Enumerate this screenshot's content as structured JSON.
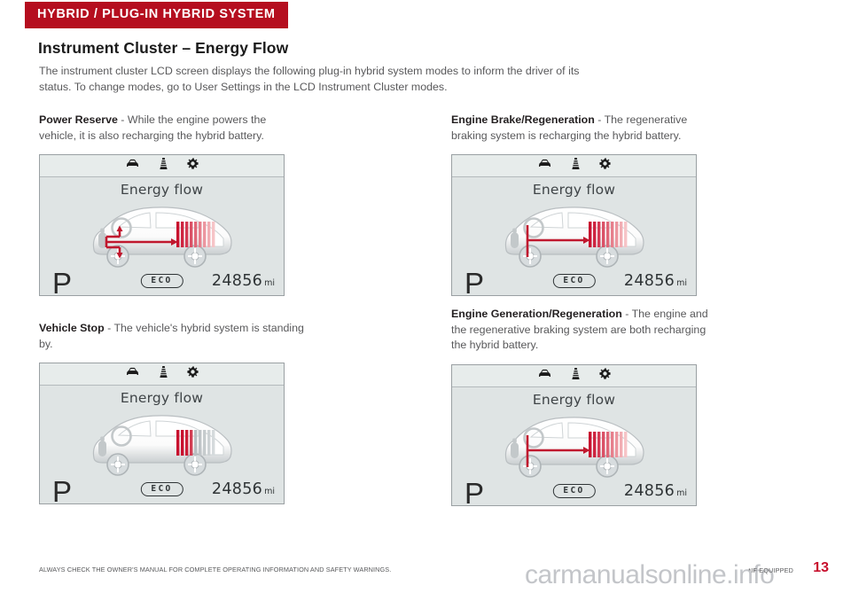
{
  "header": {
    "eyebrow": "HYBRID / PLUG-IN HYBRID SYSTEM",
    "eyebrow_bg": "#b50e1f",
    "title": "Instrument Cluster – Energy Flow",
    "intro": "The instrument cluster LCD screen displays the following plug-in hybrid system modes to inform the driver of its status. To change modes, go to User Settings in the LCD Instrument Cluster modes."
  },
  "accent_color": "#c8102e",
  "panels": [
    {
      "id": "power-reserve",
      "caption_bold": "Power Reserve",
      "caption_rest": " - While the engine powers the vehicle, it is also recharging the hybrid battery.",
      "cluster": {
        "icons": [
          "car-icon",
          "road-icon",
          "gear-icon"
        ],
        "screen_title": "Energy flow",
        "gear_position": "P",
        "eco_badge": "ECO",
        "odometer": "24856",
        "odometer_unit": "mi",
        "battery_bars_red": 9,
        "battery_bars_gray": 0,
        "flow_arrows": [
          "up-to-engine",
          "right-to-battery",
          "down-to-wheel"
        ]
      }
    },
    {
      "id": "engine-brake-regeneration",
      "caption_bold": "Engine Brake/Regeneration",
      "caption_rest": " - The regenerative braking system is recharging the hybrid battery.",
      "cluster": {
        "icons": [
          "car-icon",
          "road-icon",
          "gear-icon"
        ],
        "screen_title": "Energy flow",
        "gear_position": "P",
        "eco_badge": "ECO",
        "odometer": "24856",
        "odometer_unit": "mi",
        "battery_bars_red": 9,
        "battery_bars_gray": 0,
        "flow_arrows": [
          "vertical-bus",
          "right-to-battery"
        ]
      }
    },
    {
      "id": "vehicle-stop",
      "caption_bold": "Vehicle Stop",
      "caption_rest": " - The vehicle's hybrid system is standing by.",
      "cluster": {
        "icons": [
          "car-icon",
          "road-icon",
          "gear-icon"
        ],
        "screen_title": "Energy flow",
        "gear_position": "P",
        "eco_badge": "ECO",
        "odometer": "24856",
        "odometer_unit": "mi",
        "battery_bars_red": 4,
        "battery_bars_gray": 5,
        "flow_arrows": []
      }
    },
    {
      "id": "engine-generation-regeneration",
      "caption_bold": "Engine Generation/Regeneration",
      "caption_rest": " - The engine and the regenerative braking system are both recharging the hybrid battery.",
      "cluster": {
        "icons": [
          "car-icon",
          "road-icon",
          "gear-icon"
        ],
        "screen_title": "Energy flow",
        "gear_position": "P",
        "eco_badge": "ECO",
        "odometer": "24856",
        "odometer_unit": "mi",
        "battery_bars_red": 9,
        "battery_bars_gray": 0,
        "flow_arrows": [
          "vertical-bus",
          "right-to-battery"
        ]
      }
    }
  ],
  "footer": {
    "disclaimer": "ALWAYS CHECK THE OWNER'S MANUAL FOR COMPLETE OPERATING INFORMATION AND SAFETY WARNINGS.",
    "if_equipped": "*IF EQUIPPED",
    "page_number": "13",
    "watermark": "carmanualsonline.info"
  }
}
